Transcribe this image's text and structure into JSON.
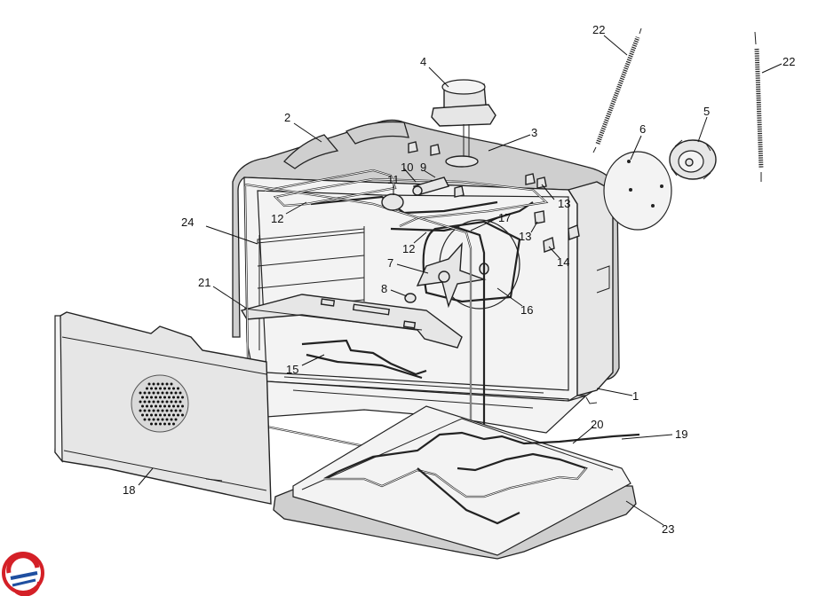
{
  "diagram": {
    "part_labels": {
      "p1": "1",
      "p2": "2",
      "p3": "3",
      "p4": "4",
      "p5": "5",
      "p6": "6",
      "p7": "7",
      "p8": "8",
      "p9": "9",
      "p10": "10",
      "p11": "11",
      "p12": "12",
      "p13": "13",
      "p14": "14",
      "p15": "15",
      "p16": "16",
      "p17": "17",
      "p18": "18",
      "p19": "19",
      "p20": "20",
      "p21": "21",
      "p22": "22",
      "p23": "23",
      "p24": "24"
    }
  },
  "colors": {
    "logo_red": "#d42027",
    "logo_blue": "#1f4fa0",
    "ink": "#222222"
  }
}
